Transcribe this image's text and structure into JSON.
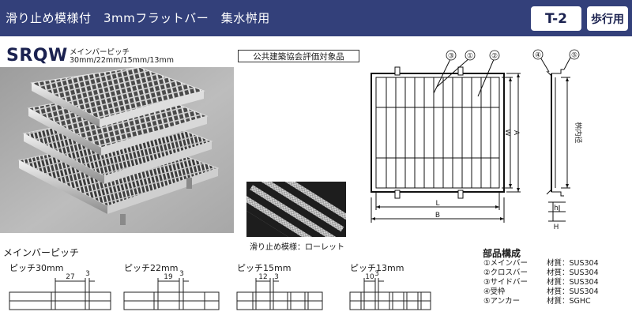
{
  "header": {
    "title": "滑り止め模様付　3mmフラットバー　集水桝用",
    "code": "T-2",
    "usage": "歩行用"
  },
  "product": {
    "model": "SRQW",
    "pitch_label": "メインバーピッチ",
    "pitch_values": "30mm/22mm/15mm/13mm",
    "certification": "公共建築協会評価対象品",
    "texture_caption": "滑り止め模様：ローレット"
  },
  "drawing": {
    "callouts": [
      "③",
      "①",
      "②",
      "④",
      "⑤"
    ],
    "labels": {
      "W": "W",
      "A": "A",
      "L": "L",
      "B": "B",
      "inner": "桝内径",
      "h": "h",
      "H": "H"
    }
  },
  "pitch_section": {
    "title": "メインバーピッチ",
    "items": [
      {
        "label": "ピッチ30mm",
        "gap": "27",
        "bar": "3"
      },
      {
        "label": "ピッチ22mm",
        "gap": "19",
        "bar": "3"
      },
      {
        "label": "ピッチ15mm",
        "gap": "12",
        "bar": "3"
      },
      {
        "label": "ピッチ13mm",
        "gap": "10",
        "bar": "3"
      }
    ]
  },
  "parts": {
    "title": "部品構成",
    "items": [
      {
        "name": "①メインバー",
        "material": "材質：SUS304"
      },
      {
        "name": "②クロスバー",
        "material": "材質：SUS304"
      },
      {
        "name": "③サイドバー",
        "material": "材質：SUS304"
      },
      {
        "name": "④受枠",
        "material": "材質：SUS304"
      },
      {
        "name": "⑤アンカー",
        "material": "材質：SGHC"
      }
    ]
  }
}
